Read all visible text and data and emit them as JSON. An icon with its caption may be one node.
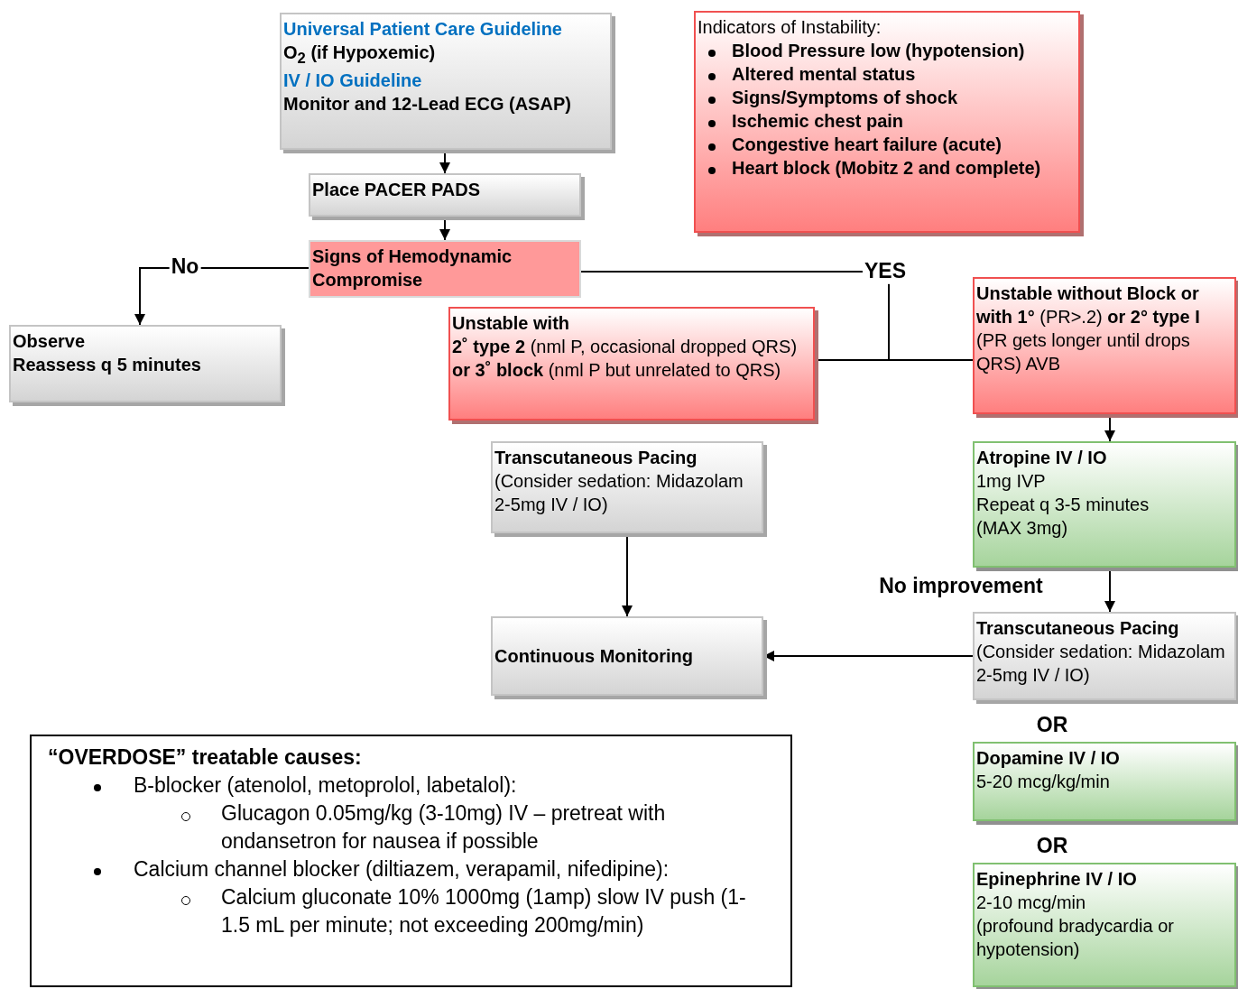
{
  "diagram": {
    "nodes": [
      {
        "text": [
          "Universal Patient Care Guideline",
          "O$_{2}$ (if Hypoxemic)",
          "IV / IO Guideline",
          "Monitor and 12-Lead ECG (ASAP)"
        ]
      },
      {
        "text": [
          "Place PACER PADS"
        ]
      },
      {
        "text": [
          "Signs of Hemodynamic Compromise"
        ]
      },
      {
        "text": [
          "Observe",
          "Reassess q 5 minutes"
        ]
      },
      {
        "text": [
          "Indicators of Instability:",
          "Blood Pressure low (hypotension)",
          "Altered mental status",
          "Signs/Symptoms of shock",
          "Ischemic chest pain",
          "Congestive heart failure (acute)",
          "Heart block (Mobitz 2 and complete)"
        ]
      },
      {
        "text": [
          "Unstable with",
          "**2˚ type 2** (nml P, occasional dropped QRS) **or 3˚ block** (nml P but unrelated to QRS)"
        ]
      },
      {
        "text": [
          "**Unstable without Block or with 1°** (PR>.2) **or 2° type I** (PR gets longer until drops QRS) AVB"
        ]
      },
      {
        "text": [
          "Transcutaneous Pacing",
          "(Consider sedation: Midazolam 2-5mg IV / IO)"
        ]
      },
      {
        "text": [
          "Atropine IV / IO",
          "1mg IVP",
          "Repeat q 3-5 minutes",
          "(MAX 3mg)"
        ]
      },
      {
        "text": [
          "Continuous Monitoring"
        ]
      },
      {
        "text": [
          "Transcutaneous Pacing",
          "(Consider sedation: Midazolam 2-5mg IV / IO)"
        ]
      },
      {
        "text": [
          "Dopamine IV / IO",
          "5-20 mcg/kg/min"
        ]
      },
      {
        "text": [
          "Epinephrine IV / IO",
          "2-10 mcg/min",
          "(profound bradycardia or hypotension)"
        ]
      },
      {
        "text": [
          "“OVERDOSE” treatable causes:",
          "B-blocker (atenolol, metoprolol, labetalol):",
          "Glucagon 0.05mg/kg (3-10mg) IV – pretreat with ondansetron for nausea if possible",
          "Calcium channel blocker (diltiazem, verapamil, nifedipine):",
          "Calcium gluconate 10% 1000mg (1amp) slow IV push (1-1.5 mL per minute; not exceeding 200mg/min)"
        ]
      }
    ],
    "edges": [
      {
        "from": 0,
        "to": 1,
        "arrow": "to"
      },
      {
        "from": 1,
        "to": 2,
        "arrow": "to"
      },
      {
        "from": 2,
        "to": 3,
        "arrow": "to",
        "label": "No"
      },
      {
        "from": 2,
        "to": 5,
        "arrow": "none",
        "label": "YES"
      },
      {
        "from": 2,
        "to": 6,
        "arrow": "none"
      },
      {
        "from": 7,
        "to": 9,
        "arrow": "to"
      },
      {
        "from": 6,
        "to": 8,
        "arrow": "to"
      },
      {
        "from": 8,
        "to": 10,
        "arrow": "to",
        "label": "No improvement"
      },
      {
        "from": 10,
        "to": 9,
        "arrow": "to"
      }
    ],
    "labels": [
      "OR",
      "OR"
    ]
  }
}
